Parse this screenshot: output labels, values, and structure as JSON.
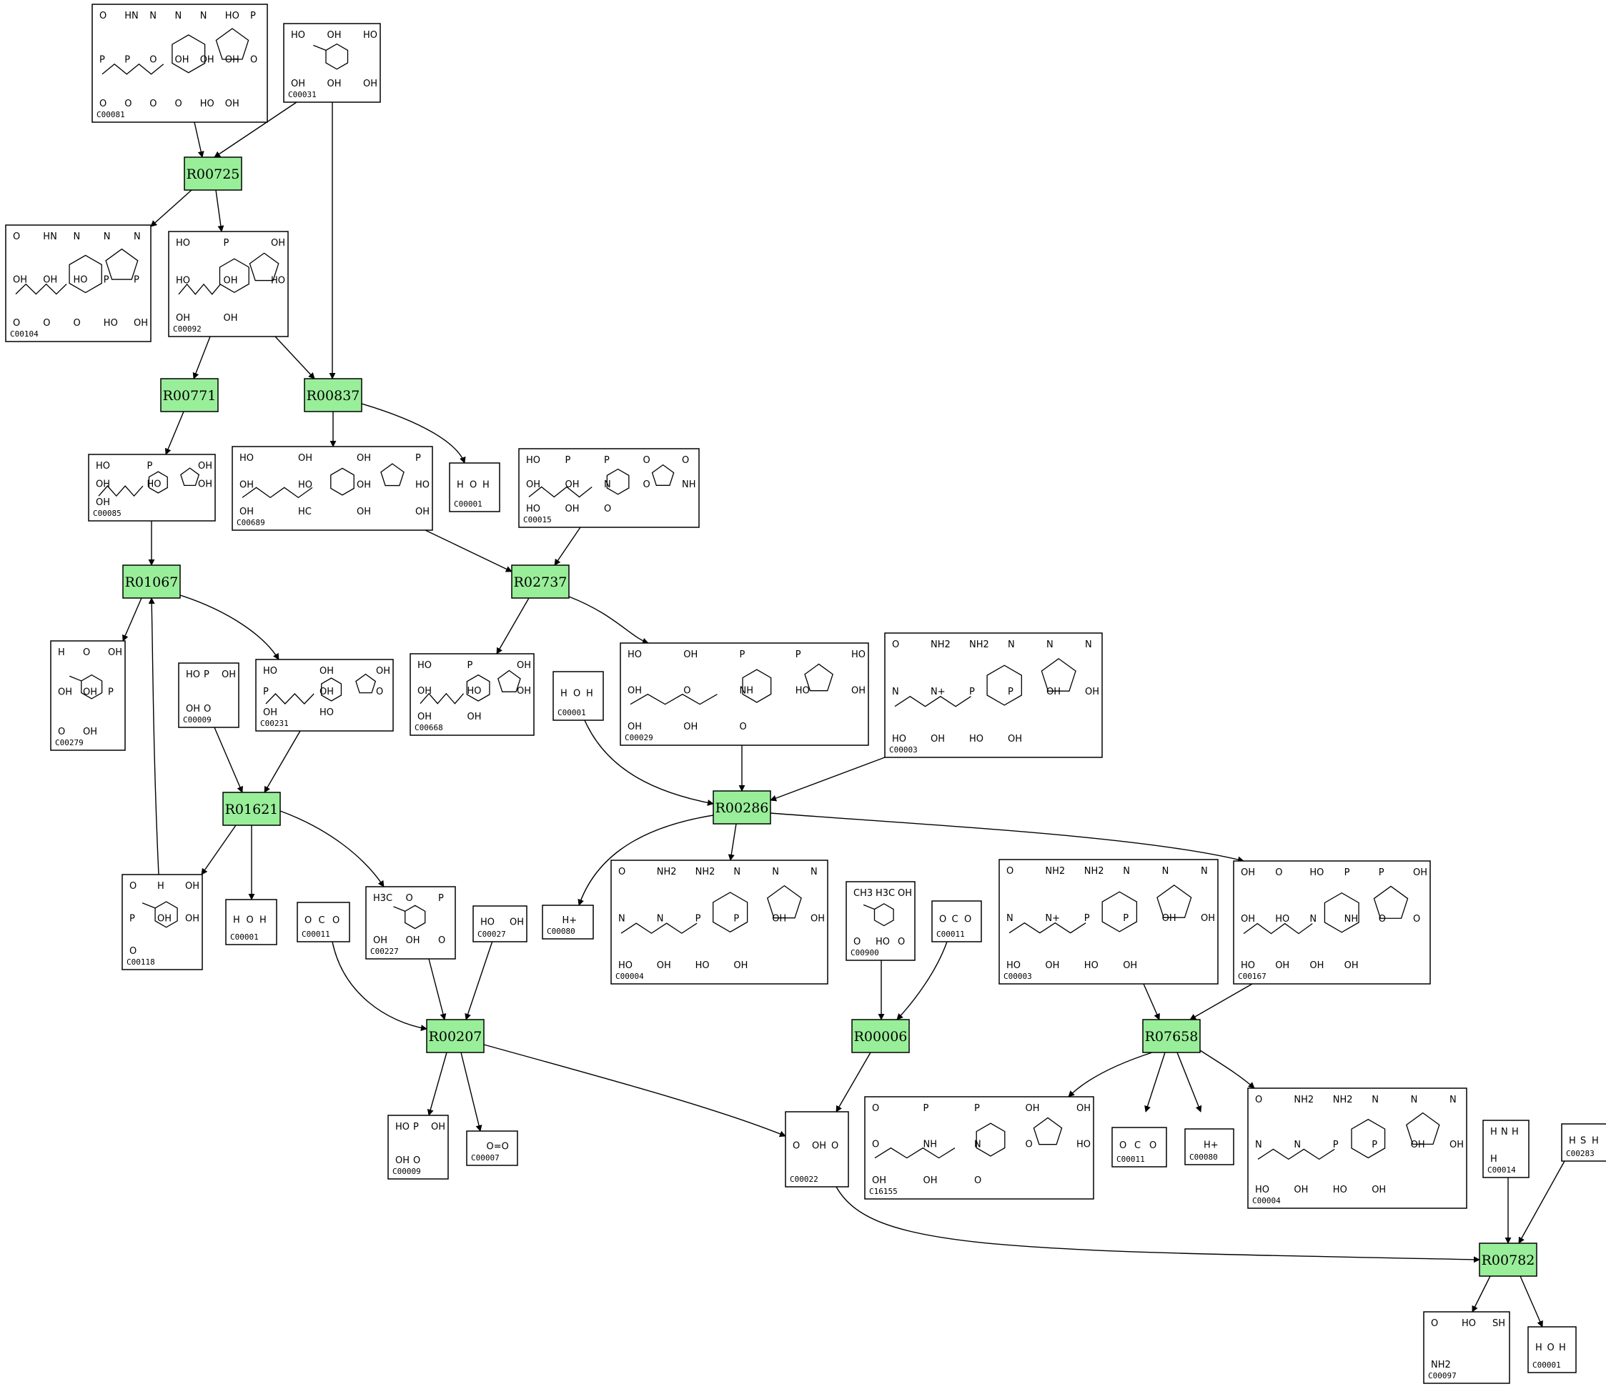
{
  "colors": {
    "reaction_fill": "#99ee99",
    "compound_fill": "#ffffff",
    "stroke": "#000000"
  },
  "compounds": [
    {
      "id": "C00081",
      "frags": [
        "O",
        "HN",
        "N",
        "N",
        "N",
        "HO",
        "P",
        "P",
        "P",
        "O",
        "OH",
        "OH",
        "OH",
        "O",
        "O",
        "O",
        "O",
        "O",
        "HO",
        "OH"
      ]
    },
    {
      "id": "C00031",
      "frags": [
        "HO",
        "OH",
        "HO",
        "OH",
        "OH",
        "OH"
      ]
    },
    {
      "id": "C00104",
      "frags": [
        "O",
        "HN",
        "N",
        "N",
        "N",
        "OH",
        "OH",
        "HO",
        "P",
        "P",
        "O",
        "O",
        "O",
        "HO",
        "OH"
      ]
    },
    {
      "id": "C00092",
      "frags": [
        "HO",
        "P",
        "OH",
        "HO",
        "OH",
        "HO",
        "OH",
        "OH"
      ]
    },
    {
      "id": "C00085",
      "frags": [
        "HO",
        "P",
        "OH",
        "OH",
        "HO",
        "OH",
        "OH"
      ]
    },
    {
      "id": "C00689",
      "frags": [
        "HO",
        "OH",
        "OH",
        "P",
        "OH",
        "HO",
        "OH",
        "HO",
        "OH",
        "HC",
        "OH",
        "OH"
      ]
    },
    {
      "id": "C00001",
      "frags": [
        "H",
        "O",
        "H"
      ]
    },
    {
      "id": "C00015",
      "frags": [
        "HO",
        "P",
        "P",
        "O",
        "O",
        "OH",
        "OH",
        "N",
        "O",
        "NH",
        "HO",
        "OH",
        "O"
      ]
    },
    {
      "id": "C00279",
      "frags": [
        "H",
        "O",
        "OH",
        "OH",
        "OH",
        "P",
        "O",
        "OH"
      ]
    },
    {
      "id": "C00009",
      "frags": [
        "HO",
        "P",
        "OH",
        "OH",
        "O"
      ]
    },
    {
      "id": "C00231",
      "frags": [
        "HO",
        "OH",
        "OH",
        "P",
        "OH",
        "O",
        "OH",
        "HO"
      ]
    },
    {
      "id": "C00668",
      "frags": [
        "HO",
        "P",
        "OH",
        "OH",
        "HO",
        "OH",
        "OH",
        "OH"
      ]
    },
    {
      "id": "C00001",
      "frags": [
        "H",
        "O",
        "H"
      ]
    },
    {
      "id": "C00029",
      "frags": [
        "HO",
        "OH",
        "P",
        "P",
        "HO",
        "OH",
        "O",
        "NH",
        "HO",
        "OH",
        "OH",
        "OH",
        "O"
      ]
    },
    {
      "id": "C00003",
      "frags": [
        "O",
        "NH2",
        "NH2",
        "N",
        "N",
        "N",
        "N",
        "N+",
        "P",
        "P",
        "OH",
        "OH",
        "HO",
        "OH",
        "HO",
        "OH"
      ]
    },
    {
      "id": "C00118",
      "frags": [
        "O",
        "H",
        "OH",
        "P",
        "OH",
        "OH",
        "O"
      ]
    },
    {
      "id": "C00001",
      "frags": [
        "H",
        "O",
        "H"
      ]
    },
    {
      "id": "C00011",
      "frags": [
        "O",
        "C",
        "O"
      ]
    },
    {
      "id": "C00227",
      "frags": [
        "H3C",
        "O",
        "P",
        "OH",
        "OH",
        "O"
      ]
    },
    {
      "id": "C00027",
      "frags": [
        "HO",
        "OH"
      ]
    },
    {
      "id": "C00080",
      "frags": [
        "H+"
      ]
    },
    {
      "id": "C00004",
      "frags": [
        "O",
        "NH2",
        "NH2",
        "N",
        "N",
        "N",
        "N",
        "N",
        "P",
        "P",
        "OH",
        "OH",
        "HO",
        "OH",
        "HO",
        "OH"
      ]
    },
    {
      "id": "C00900",
      "frags": [
        "CH3",
        "H3C",
        "OH",
        "O",
        "HO",
        "O"
      ]
    },
    {
      "id": "C00011",
      "frags": [
        "O",
        "C",
        "O"
      ]
    },
    {
      "id": "C00003",
      "frags": [
        "O",
        "NH2",
        "NH2",
        "N",
        "N",
        "N",
        "N",
        "N+",
        "P",
        "P",
        "OH",
        "OH",
        "HO",
        "OH",
        "HO",
        "OH"
      ]
    },
    {
      "id": "C00167",
      "frags": [
        "OH",
        "O",
        "HO",
        "P",
        "P",
        "OH",
        "OH",
        "HO",
        "N",
        "NH",
        "O",
        "O",
        "HO",
        "OH",
        "OH",
        "OH"
      ]
    },
    {
      "id": "C00009",
      "frags": [
        "HO",
        "P",
        "OH",
        "OH",
        "O"
      ]
    },
    {
      "id": "C00007",
      "frags": [
        "O=O"
      ]
    },
    {
      "id": "C00022",
      "frags": [
        "O",
        "OH",
        "O"
      ]
    },
    {
      "id": "C16155",
      "frags": [
        "O",
        "P",
        "P",
        "OH",
        "OH",
        "O",
        "NH",
        "N",
        "O",
        "HO",
        "OH",
        "OH",
        "O"
      ]
    },
    {
      "id": "C00011",
      "frags": [
        "O",
        "C",
        "O"
      ]
    },
    {
      "id": "C00080",
      "frags": [
        "H+"
      ]
    },
    {
      "id": "C00004",
      "frags": [
        "O",
        "NH2",
        "NH2",
        "N",
        "N",
        "N",
        "N",
        "N",
        "P",
        "P",
        "OH",
        "OH",
        "HO",
        "OH",
        "HO",
        "OH"
      ]
    },
    {
      "id": "C00014",
      "frags": [
        "H",
        "N",
        "H",
        "H"
      ]
    },
    {
      "id": "C00283",
      "frags": [
        "H",
        "S",
        "H"
      ]
    },
    {
      "id": "C00097",
      "frags": [
        "O",
        "HO",
        "SH",
        "NH2"
      ]
    },
    {
      "id": "C00001",
      "frags": [
        "H",
        "O",
        "H"
      ]
    }
  ],
  "reactions": [
    "R00725",
    "R00771",
    "R00837",
    "R01067",
    "R02737",
    "R01621",
    "R00286",
    "R00207",
    "R00006",
    "R07658",
    "R00782"
  ]
}
